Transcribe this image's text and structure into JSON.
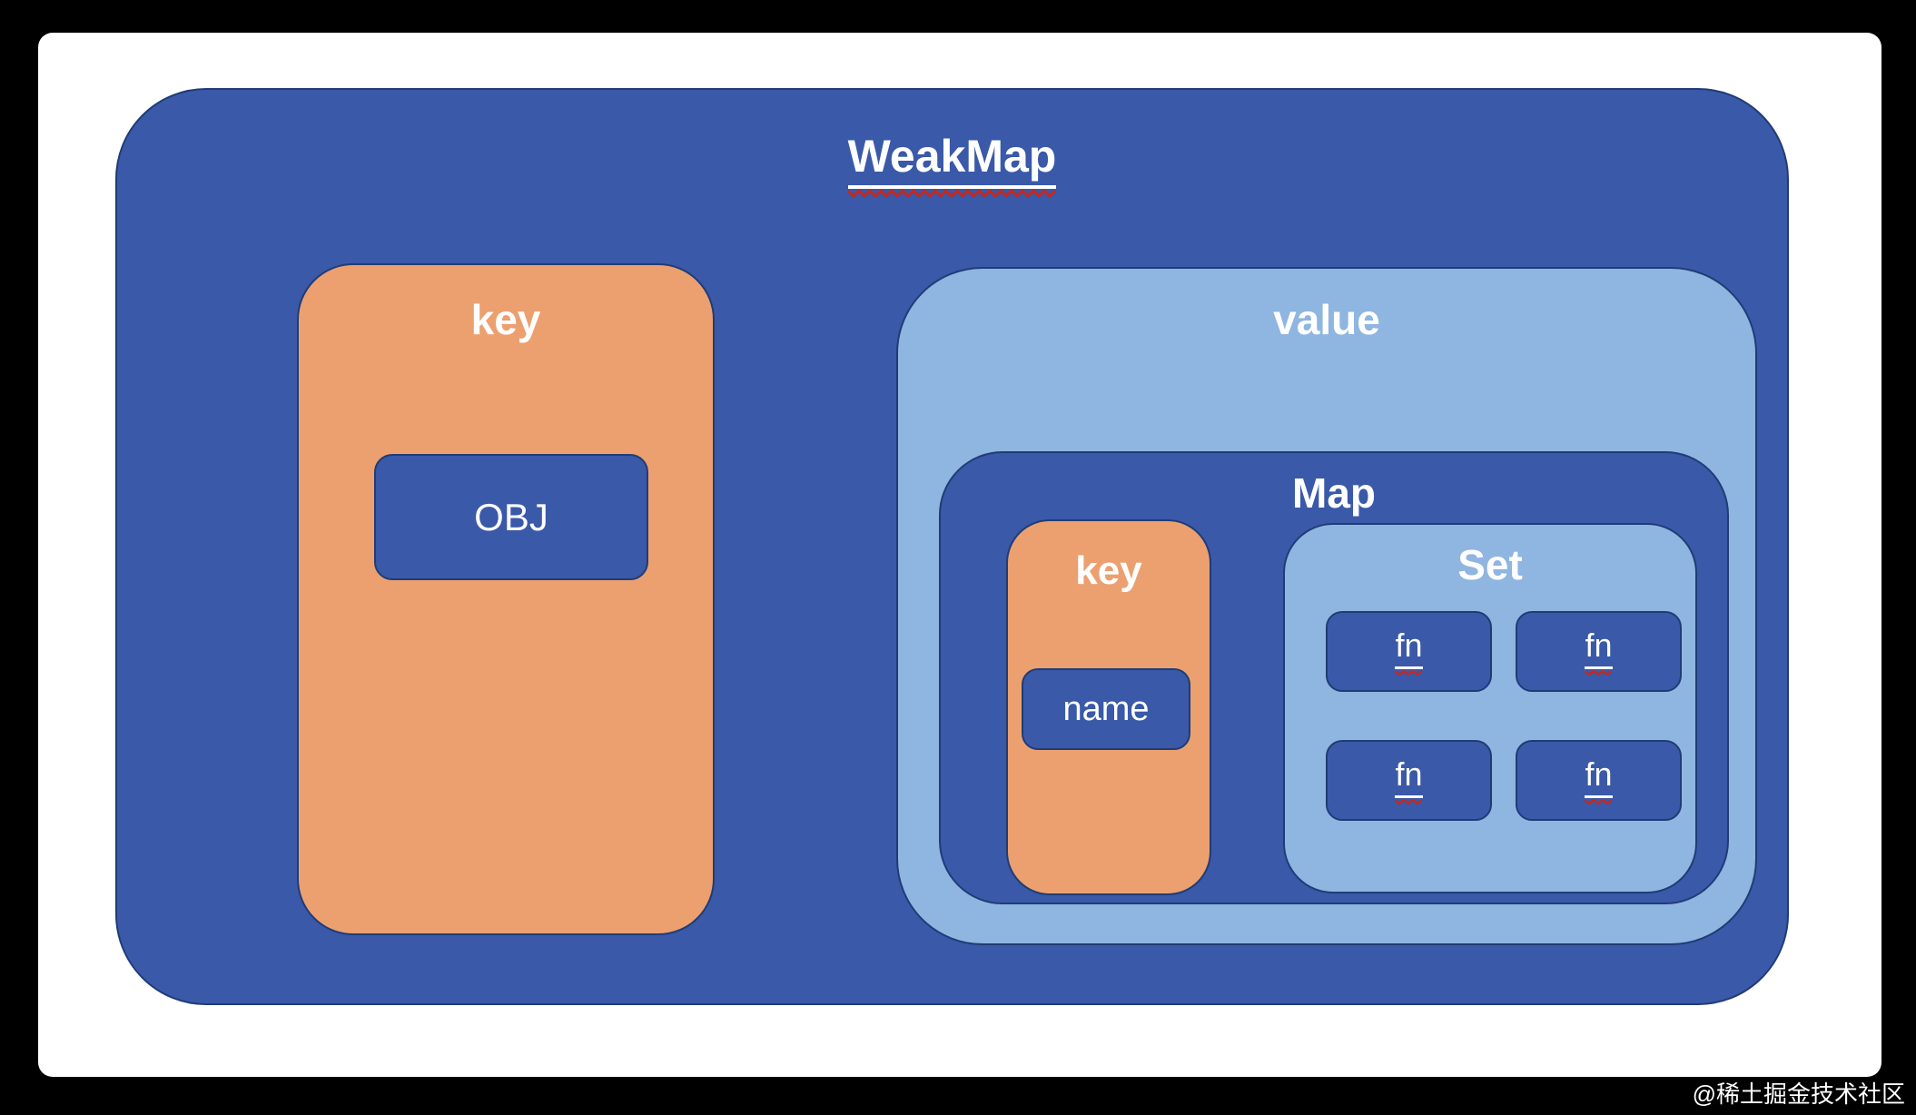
{
  "colors": {
    "frame": "#000000",
    "canvas": "#FFFFFF",
    "dark_blue": "#3A59A9",
    "light_blue": "#8FB5E1",
    "orange": "#ECA06F",
    "box_border": "#203C76",
    "label_text": "#FFFFFF",
    "squiggle_red": "#C5281E"
  },
  "diagram": {
    "title": "WeakMap",
    "key_box": {
      "label": "key",
      "obj_label": "OBJ"
    },
    "value_box": {
      "label": "value",
      "map": {
        "label": "Map",
        "inner_key": {
          "label": "key",
          "name_label": "name"
        },
        "set": {
          "label": "Set",
          "fn_items": [
            "fn",
            "fn",
            "fn",
            "fn"
          ]
        }
      }
    }
  },
  "watermark": "@稀土掘金技术社区"
}
